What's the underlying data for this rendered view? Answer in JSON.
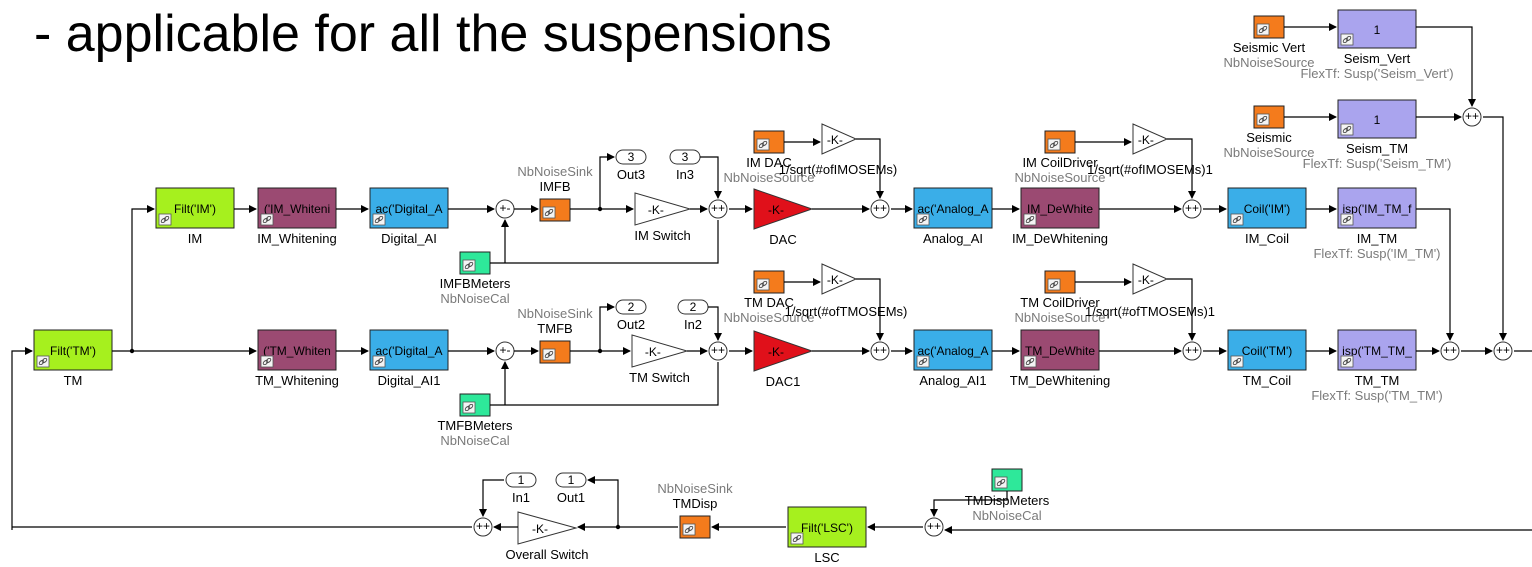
{
  "title": "- applicable for all the suspensions",
  "colors": {
    "filt": "#a6f01e",
    "whitening": "#9b4a72",
    "digital": "#3aaee8",
    "dac": "#e0101a",
    "sink": "#f47b1c",
    "cal": "#2ee89a",
    "flextf": "#aaa4ee",
    "gain": "#ffffff"
  },
  "blocks": {
    "seism_vert": {
      "text": "1",
      "label": "Seism_Vert",
      "sub": "FlexTf: Susp('Seism_Vert')"
    },
    "seism_tm": {
      "text": "1",
      "label": "Seism_TM",
      "sub": "FlexTf: Susp('Seism_TM')"
    },
    "seismic_vert": {
      "label": "Seismic Vert",
      "sub": "NbNoiseSource"
    },
    "seismic": {
      "label": "Seismic",
      "sub": "NbNoiseSource"
    },
    "im": {
      "text": "Filt('IM')",
      "label": "IM"
    },
    "im_whitening": {
      "text": "('IM_Whiteni",
      "label": "IM_Whitening"
    },
    "digital_ai": {
      "text": "ac('Digital_A",
      "label": "Digital_AI"
    },
    "imfb": {
      "sub": "NbNoiseSink",
      "label": "IMFB"
    },
    "out3": {
      "num": "3",
      "label": "Out3"
    },
    "in3": {
      "num": "3",
      "label": "In3"
    },
    "im_switch": {
      "text": "-K-",
      "label": "IM Switch"
    },
    "imfbmeters": {
      "label": "IMFBMeters",
      "sub": "NbNoiseCal"
    },
    "im_dac": {
      "label": "IM DAC",
      "sub": "NbNoiseSource"
    },
    "im_dac_gain": {
      "text": "-K-",
      "label": "1/sqrt(#ofIMOSEMs)"
    },
    "dac": {
      "text": "-K-",
      "label": "DAC"
    },
    "analog_ai": {
      "text": "ac('Analog_A",
      "label": "Analog_AI"
    },
    "im_dewhitening": {
      "text": "IM_DeWhite",
      "label": "IM_DeWhitening"
    },
    "im_coildriver": {
      "label": "IM CoilDriver",
      "sub": "NbNoiseSource"
    },
    "im_cd_gain": {
      "text": "-K-",
      "label": "1/sqrt(#ofIMOSEMs)1"
    },
    "im_coil": {
      "text": "Coil('IM')",
      "label": "IM_Coil"
    },
    "im_tm": {
      "text": "isp('IM_TM_f",
      "label": "IM_TM",
      "sub": "FlexTf: Susp('IM_TM')"
    },
    "tm": {
      "text": "Filt('TM')",
      "label": "TM"
    },
    "tm_whitening": {
      "text": "('TM_Whiten",
      "label": "TM_Whitening"
    },
    "digital_ai1": {
      "text": "ac('Digital_A",
      "label": "Digital_AI1"
    },
    "tmfb": {
      "sub": "NbNoiseSink",
      "label": "TMFB"
    },
    "out2": {
      "num": "2",
      "label": "Out2"
    },
    "in2": {
      "num": "2",
      "label": "In2"
    },
    "tm_switch": {
      "text": "-K-",
      "label": "TM Switch"
    },
    "tmfbmeters": {
      "label": "TMFBMeters",
      "sub": "NbNoiseCal"
    },
    "tm_dac": {
      "label": "TM DAC",
      "sub": "NbNoiseSource"
    },
    "tm_dac_gain": {
      "text": "-K-",
      "label": "1/sqrt(#ofTMOSEMs)"
    },
    "dac1": {
      "text": "-K-",
      "label": "DAC1"
    },
    "analog_ai1": {
      "text": "ac('Analog_A",
      "label": "Analog_AI1"
    },
    "tm_dewhitening": {
      "text": "TM_DeWhite",
      "label": "TM_DeWhitening"
    },
    "tm_coildriver": {
      "label": "TM CoilDriver",
      "sub": "NbNoiseSource"
    },
    "tm_cd_gain": {
      "text": "-K-",
      "label": "1/sqrt(#ofTMOSEMs)1"
    },
    "tm_coil": {
      "text": "Coil('TM')",
      "label": "TM_Coil"
    },
    "tm_tm": {
      "text": "isp('TM_TM_",
      "label": "TM_TM",
      "sub": "FlexTf: Susp('TM_TM')"
    },
    "in1": {
      "num": "1",
      "label": "In1"
    },
    "out1": {
      "num": "1",
      "label": "Out1"
    },
    "overall_switch": {
      "text": "-K-",
      "label": "Overall Switch"
    },
    "tmdisp": {
      "sub": "NbNoiseSink",
      "label": "TMDisp"
    },
    "lsc": {
      "text": "Filt('LSC')",
      "label": "LSC"
    },
    "tmdispmeters": {
      "label": "TMDispMeters",
      "sub": "NbNoiseCal"
    }
  },
  "sum_signs": {
    "plus_minus": "+-",
    "plus_plus": "++"
  }
}
